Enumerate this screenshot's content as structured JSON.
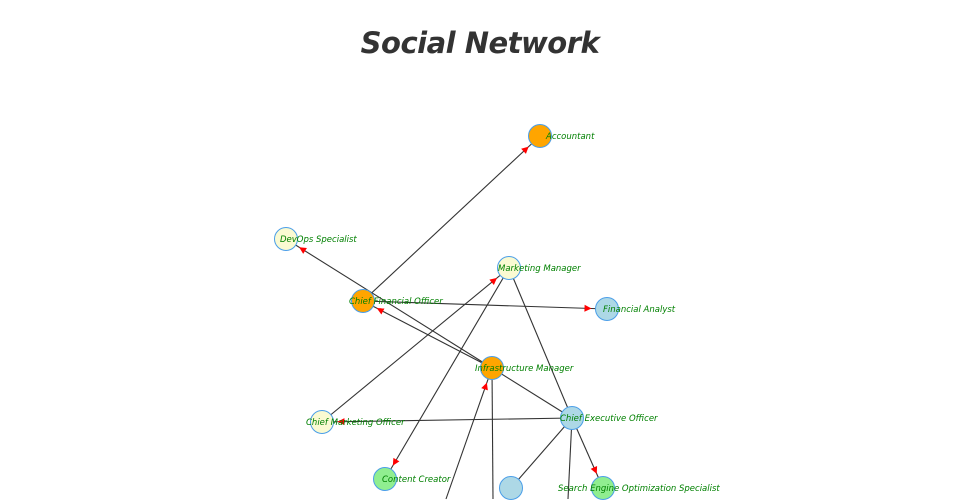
{
  "title": "Social Network",
  "colors": {
    "edge": "#333333",
    "arrow": "#ff0000",
    "label": "#008000",
    "node_stroke": "#4a9ee8"
  },
  "nodes": [
    {
      "id": "accountant",
      "label": "Accountant",
      "color": "#ffa500"
    },
    {
      "id": "devops",
      "label": "DevOps Specialist",
      "color": "#fafad2"
    },
    {
      "id": "mktmgr",
      "label": "Marketing Manager",
      "color": "#fafad2"
    },
    {
      "id": "cfo",
      "label": "Chief Financial Officer",
      "color": "#ffa500"
    },
    {
      "id": "fa",
      "label": "Financial Analyst",
      "color": "#add8e6"
    },
    {
      "id": "infra",
      "label": "Infrastructure Manager",
      "color": "#ffa500"
    },
    {
      "id": "cmo",
      "label": "Chief Marketing Officer",
      "color": "#fafad2"
    },
    {
      "id": "ceo",
      "label": "Chief Executive Officer",
      "color": "#add8e6"
    },
    {
      "id": "content",
      "label": "Content Creator",
      "color": "#90ee90"
    },
    {
      "id": "seo",
      "label": "Search Engine Optimization Specialist",
      "color": "#90ee90"
    },
    {
      "id": "bottom_blue",
      "label": "",
      "color": "#add8e6"
    },
    {
      "id": "off1",
      "label": "",
      "color": "#add8e6"
    },
    {
      "id": "off2",
      "label": "",
      "color": "#add8e6"
    },
    {
      "id": "off3",
      "label": "",
      "color": "#add8e6"
    }
  ],
  "edges": [
    {
      "from": "cfo",
      "to": "accountant",
      "directed": true
    },
    {
      "from": "infra",
      "to": "devops",
      "directed": true
    },
    {
      "from": "cfo",
      "to": "fa",
      "directed": true
    },
    {
      "from": "infra",
      "to": "cfo",
      "directed": true
    },
    {
      "from": "cmo",
      "to": "mktmgr",
      "directed": true
    },
    {
      "from": "mktmgr",
      "to": "content",
      "directed": true
    },
    {
      "from": "mktmgr",
      "to": "ceo",
      "directed": false
    },
    {
      "from": "infra",
      "to": "ceo",
      "directed": false
    },
    {
      "from": "ceo",
      "to": "cmo",
      "directed": true
    },
    {
      "from": "off1",
      "to": "infra",
      "directed": true
    },
    {
      "from": "infra",
      "to": "off2",
      "directed": false
    },
    {
      "from": "ceo",
      "to": "bottom_blue",
      "directed": false
    },
    {
      "from": "ceo",
      "to": "off3",
      "directed": false
    },
    {
      "from": "ceo",
      "to": "seo",
      "directed": true
    }
  ]
}
